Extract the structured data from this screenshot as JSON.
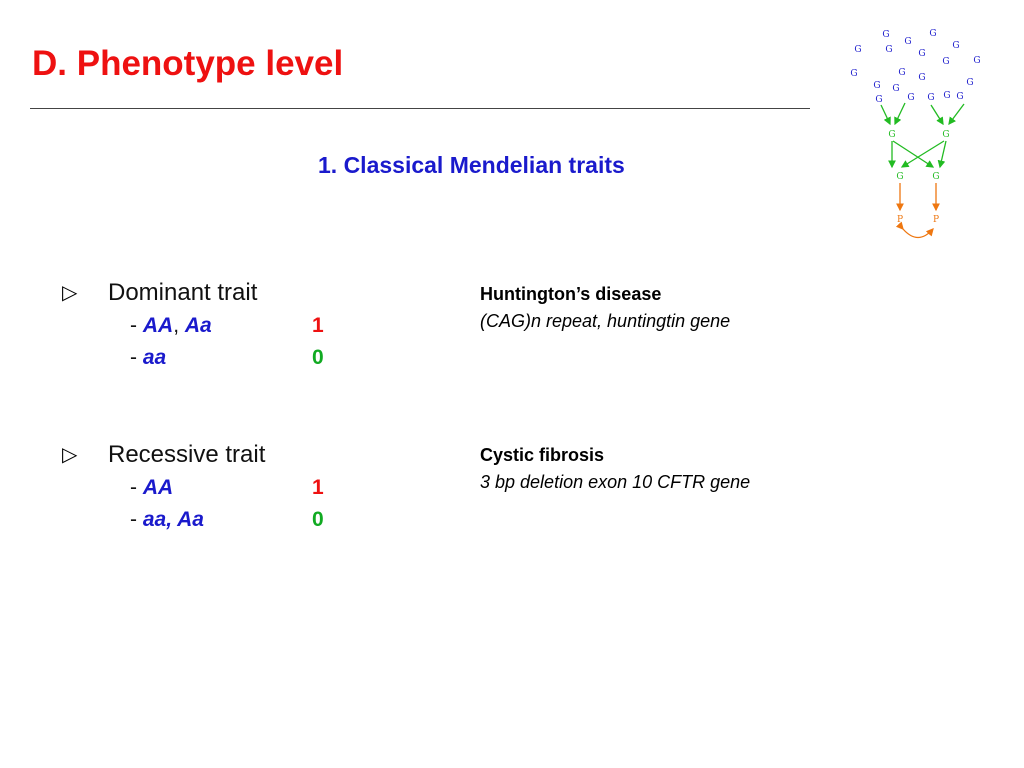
{
  "slide": {
    "title": "D. Phenotype level",
    "subtitle": "1. Classical Mendelian traits"
  },
  "bullet_glyph": "▷",
  "dominant": {
    "label": "Dominant trait",
    "rows": [
      {
        "dash": "-",
        "g1": "AA",
        "sep": ", ",
        "g2": "Aa",
        "value": "1"
      },
      {
        "dash": "-",
        "g1": "aa",
        "value": "0"
      }
    ],
    "disease": {
      "name": "Huntington’s disease",
      "description": "(CAG)n repeat, huntingtin gene"
    }
  },
  "recessive": {
    "label": "Recessive trait",
    "rows": [
      {
        "dash": "-",
        "g1": "AA",
        "value": "1"
      },
      {
        "dash": "-",
        "g1": "aa, Aa",
        "value": "0"
      }
    ],
    "disease": {
      "name": "Cystic fibrosis",
      "description": "3 bp deletion exon 10 CFTR gene"
    }
  },
  "diagram": {
    "gene_letter": "G",
    "phenotype_letter": "P",
    "colors": {
      "gene": "#1a1acc",
      "green": "#22bb22",
      "orange": "#ee7711"
    }
  },
  "colors": {
    "title": "#ee1111",
    "blue": "#1a1acc",
    "red": "#ee1111",
    "green": "#11aa22"
  }
}
